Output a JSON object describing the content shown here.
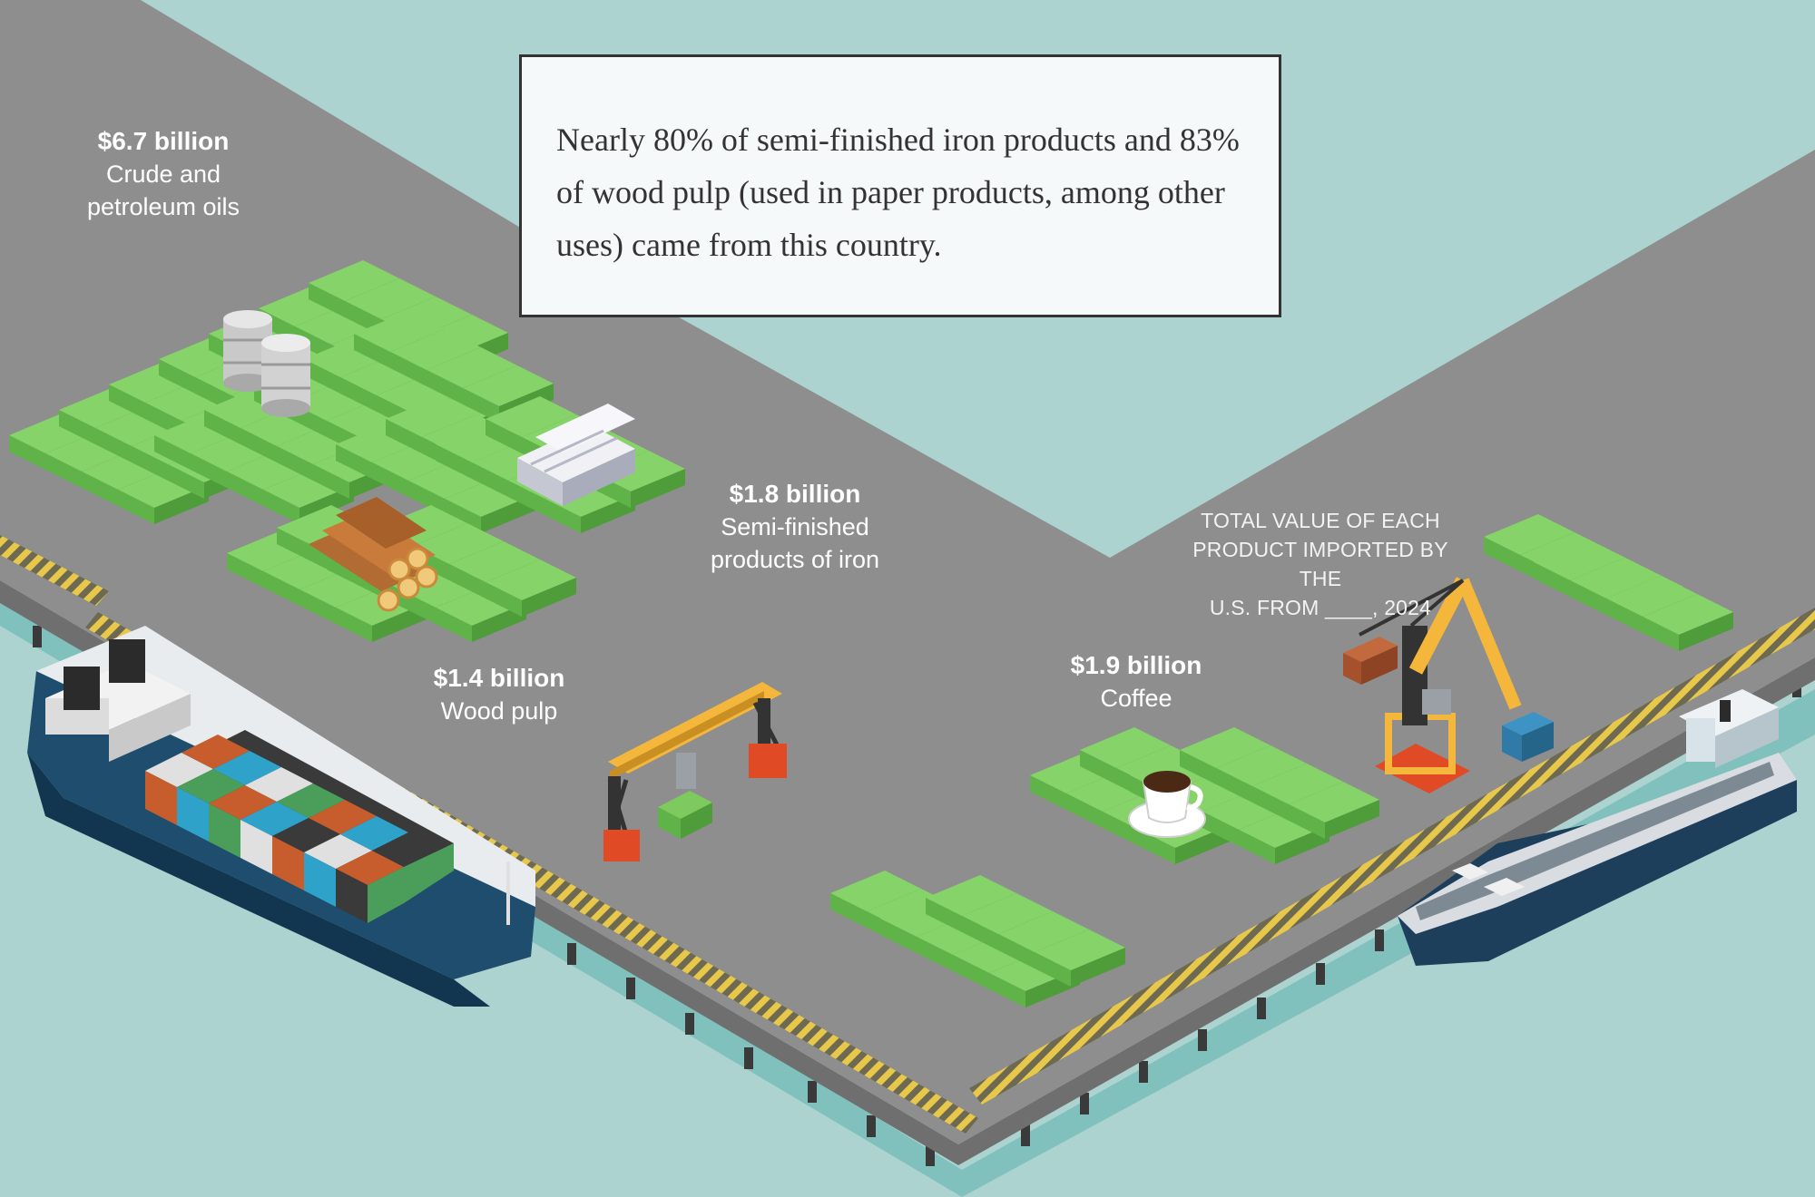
{
  "colors": {
    "water": "#acd3d0",
    "dock": "#8e8e8e",
    "dock_edge": "#6f6f6f",
    "stripe": "#e8c84a",
    "cash_top": "#86d36a",
    "cash_side": "#5fb348",
    "label_text": "#ffffff"
  },
  "quote": {
    "text": "Nearly 80% of semi-finished iron products and 83% of wood pulp (used in paper products, among other uses) came from this country."
  },
  "caption": {
    "line1": "TOTAL VALUE OF EACH",
    "line2": "PRODUCT IMPORTED BY THE",
    "line3": "U.S. FROM ____, 2024"
  },
  "products": [
    {
      "amount": "$6.7 billion",
      "line1": "Crude and",
      "line2": "petroleum oils",
      "icon": "oil-barrels-icon"
    },
    {
      "amount": "$1.8 billion",
      "line1": "Semi-finished",
      "line2": "products of iron",
      "icon": "iron-beams-icon"
    },
    {
      "amount": "$1.4 billion",
      "line1": "Wood pulp",
      "line2": "",
      "icon": "logs-icon"
    },
    {
      "amount": "$1.9 billion",
      "line1": "Coffee",
      "line2": "",
      "icon": "coffee-cup-icon"
    }
  ]
}
